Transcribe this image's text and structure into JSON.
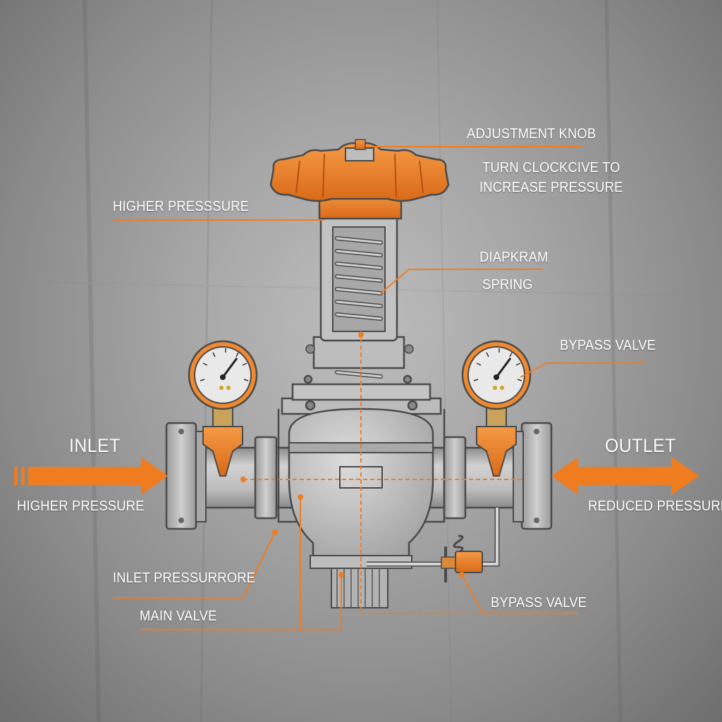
{
  "colors": {
    "accent": "#f0802a",
    "metal": "#b9b9b9",
    "outline": "#4a4a4a",
    "text": "#ffffff"
  },
  "labels": {
    "adjustment_knob": "ADJUSTMENT KNOB",
    "turn_line1": "TURN CLOCKCIVE TO",
    "turn_line2": "INCREASE PRESSURE",
    "higher_pressure_top": "HIGHER PRESSSURE",
    "diapkram": "DIAPKRAM",
    "spring": "SPRING",
    "bypass_valve_top": "BYPASS VALVE",
    "inlet": "INLET",
    "outlet": "OUTLET",
    "higher_pressure_left": "HIGHER PRESSURE",
    "reduced_pressure": "REDUCED PRESSURE",
    "inlet_pressure": "INLET PRESSURRORE",
    "main_valve": "MAIN VALVE",
    "bypass_valve_bottom": "BYPASS VALVE"
  }
}
